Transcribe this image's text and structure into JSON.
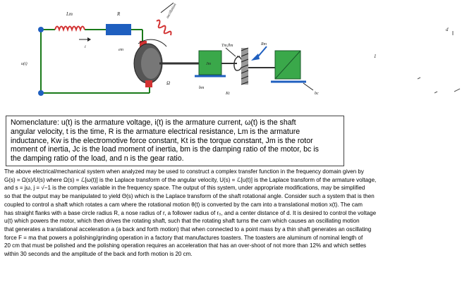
{
  "diagram": {
    "labels": {
      "Lm": "Lm",
      "R": "R",
      "u": "u(t)",
      "i": "i",
      "em": "em",
      "omega": "Ω",
      "bm": "bm",
      "oscillation": "oscillation",
      "Jm": "Jm",
      "Tm": "Tm,θm",
      "Rm": "Rm",
      "Kt": "Kt",
      "bc": "bc",
      "d": "d",
      "one": "1"
    },
    "colors": {
      "circuit": "#1a7a1a",
      "resistor": "#1f5fbf",
      "inductor": "#d23232",
      "motor": "#444444",
      "block": "#3aa84a",
      "arrow": "#1f5fbf"
    }
  },
  "caption": {
    "lines": [
      "Nomenclature: u(t) is the armature voltage, i(t) is the armature current, ω(t) is the shaft",
      "angular velocity, t is the time, R is the armature electrical resistance, Lm is the armature",
      "inductance, Kw is the electromotive force constant, Kt is the torque constant, Jm is the rotor",
      "moment of inertia, Jc is the load moment of inertia, bm is the damping ratio of the motor, bc is",
      "the damping ratio of the load, and n is the gear ratio."
    ]
  },
  "body": {
    "lines": [
      "The above electrical/mechanical system when analyzed may be used to construct a complex transfer function in the frequency domain given by",
      "G(s) = Ω(s)/U(s) where Ω(s) = ℒ[ω(t)] is the Laplace transform of the angular velocity, U(s) = ℒ[u(t)] is the Laplace transform of the armature voltage,",
      "and s = jω, j = √−1 is the complex variable in the frequency space. The output of this system, under appropriate modifications, may be simplified",
      "so that the output may be manipulated to yield Θ(s) which is the Laplace transform of the shaft rotational angle. Consider such a system that is then",
      "coupled to control a shaft which rotates a cam where the rotational motion θ(t) is converted by the cam into a translational motion x(t). The cam",
      "has straight flanks with a base circle radius R, a nose radius of r, a follower radius of r₀, and a center distance of d. It is desired to control the voltage",
      "u(t) which powers the motor, which then drives the rotating shaft, such that the rotating shaft turns the cam which causes an oscillating motion",
      "that generates a translational acceleration a (a back and forth motion) that when connected to a point mass by a thin shaft generates an oscillating",
      "force F = ma that powers a polishing/grinding operation in a factory that manufactures toasters. The toasters are aluminum of nominal length of",
      "20 cm that must be polished and the polishing operation requires an acceleration that has an over-shoot of not more than 12% and which settles",
      "within 30 seconds and the amplitude of the back and forth motion is 20 cm."
    ]
  }
}
